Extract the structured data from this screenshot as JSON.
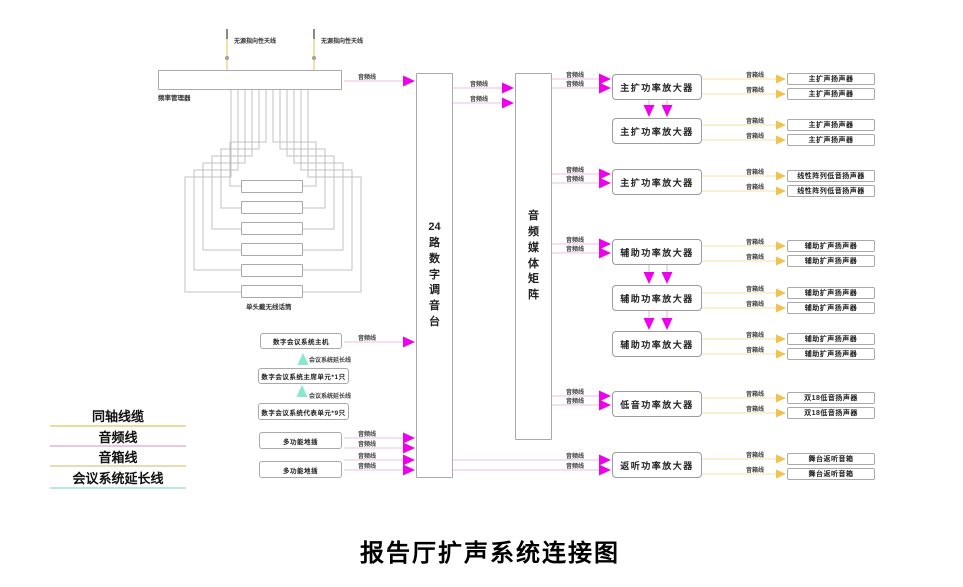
{
  "title": "报告厅扩声系统连接图",
  "cables": {
    "audio": "音频线",
    "speaker": "音箱线",
    "conf_ext": "会议系统延长线"
  },
  "devices": {
    "antenna": "无源指向性天线",
    "frequency_manager": "频率管理器",
    "wireless_mic": "单头戴无线话筒",
    "mixer": "24路数字调音台",
    "matrix": "音频媒体矩阵",
    "conference_host": "数字会议系统主机",
    "chairman_unit": "数字会议系统主席单元*1只",
    "delegate_unit": "数字会议系统代表单元*9只",
    "floor_socket": "多功能地插"
  },
  "amps": [
    "主扩功率放大器",
    "主扩功率放大器",
    "主扩功率放大器",
    "辅助功率放大器",
    "辅助功率放大器",
    "辅助功率放大器",
    "低音功率放大器",
    "返听功率放大器"
  ],
  "speakers": [
    "主扩声扬声器",
    "主扩声扬声器",
    "主扩声扬声器",
    "主扩声扬声器",
    "线性阵列低音扬声器",
    "线性阵列低音扬声器",
    "辅助扩声扬声器",
    "辅助扩声扬声器",
    "辅助扩声扬声器",
    "辅助扩声扬声器",
    "辅助扩声扬声器",
    "辅助扩声扬声器",
    "双18低音扬声器",
    "双18低音扬声器",
    "舞台返听音箱",
    "舞台返听音箱"
  ],
  "legend": {
    "items": [
      {
        "label": "同轴线缆",
        "color": "#e9dc9e"
      },
      {
        "label": "音频线",
        "color": "#eac6e0"
      },
      {
        "label": "音箱线",
        "color": "#e7ddb0"
      },
      {
        "label": "会议系统延长线",
        "color": "#b9ead9"
      }
    ]
  },
  "colors": {
    "magenta_arrow": "#ee00ee",
    "gold_arrow": "#f0c34e",
    "cyan_arrow": "#86e8cc",
    "audio_line": "#e9c0e0",
    "speaker_line": "#f5e0aa",
    "coax_line": "#ead989",
    "wire_gray": "#c2c2c2"
  }
}
